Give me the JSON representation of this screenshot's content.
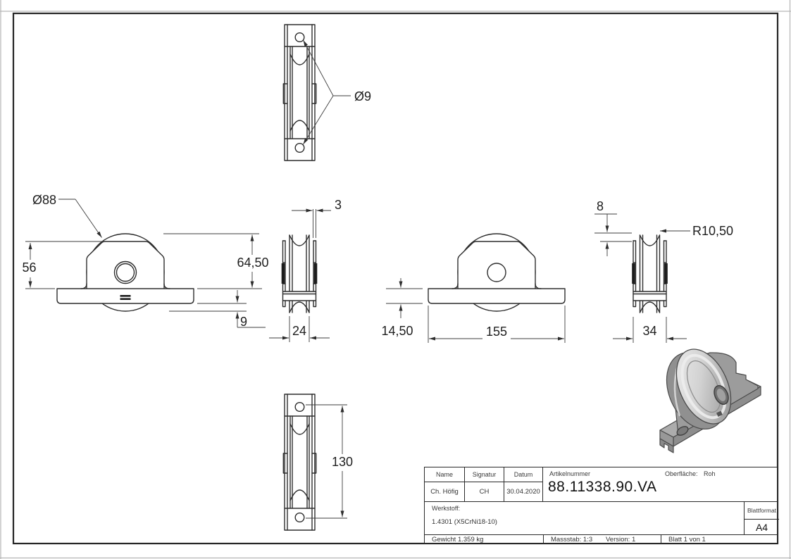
{
  "document": {
    "type": "technical-drawing",
    "sheet_format": "A4",
    "frame_color": "#2a2a2a",
    "line_color": "#2d2d2d",
    "render_gray": "#9c9c9c"
  },
  "dimensions": {
    "top_view": {
      "hole_diameter": "Ø9"
    },
    "front_view_left": {
      "wheel_diameter": "Ø88",
      "bracket_height": "56",
      "overall_height": "64,50",
      "wheel_protrusion": "9"
    },
    "side_view_left": {
      "plate_thickness": "3",
      "wheel_width": "24"
    },
    "front_view_center": {
      "base_height": "14,50",
      "base_length": "155"
    },
    "side_view_right": {
      "groove_depth": "8",
      "groove_radius": "R10,50",
      "overall_width": "34"
    },
    "bottom_view": {
      "hole_spacing": "130"
    }
  },
  "title_block": {
    "columns": {
      "name": "Name",
      "signatur": "Signatur",
      "datum": "Datum",
      "artikelnummer": "Artikelnummer"
    },
    "entries": {
      "name": "Ch. Höfig",
      "signatur": "CH",
      "datum": "30.04.2020",
      "artikelnummer": "88.11338.90.VA"
    },
    "oberflaeche_label": "Oberfläche:",
    "oberflaeche_value": "Roh",
    "werkstoff_label": "Werkstoff:",
    "werkstoff_value": "1.4301 (X5CrNi18-10)",
    "blattformat_label": "Blattformat",
    "blattformat_value": "A4",
    "gewicht": "Gewicht 1.359 kg",
    "massstab": "Massstab: 1:3",
    "version": "Version: 1",
    "blatt": "Blatt 1 von 1"
  }
}
